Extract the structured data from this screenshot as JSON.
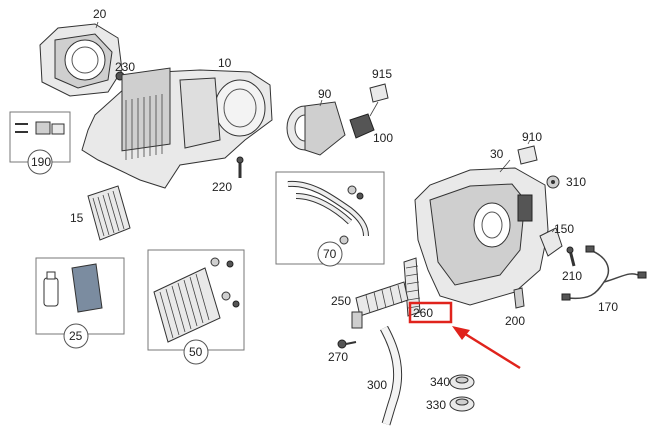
{
  "labels": {
    "p20": "20",
    "p230": "230",
    "p10": "10",
    "p915": "915",
    "p90": "90",
    "p100": "100",
    "p190": "190",
    "p220": "220",
    "p15": "15",
    "p910": "910",
    "p30": "30",
    "p310": "310",
    "p70": "70",
    "p150": "150",
    "p210": "210",
    "p25": "25",
    "p50": "50",
    "p250": "250",
    "p260": "260",
    "p200": "200",
    "p170": "170",
    "p270": "270",
    "p300": "300",
    "p340": "340",
    "p330": "330"
  },
  "highlight": {
    "color": "#e0231c",
    "target": "260"
  }
}
